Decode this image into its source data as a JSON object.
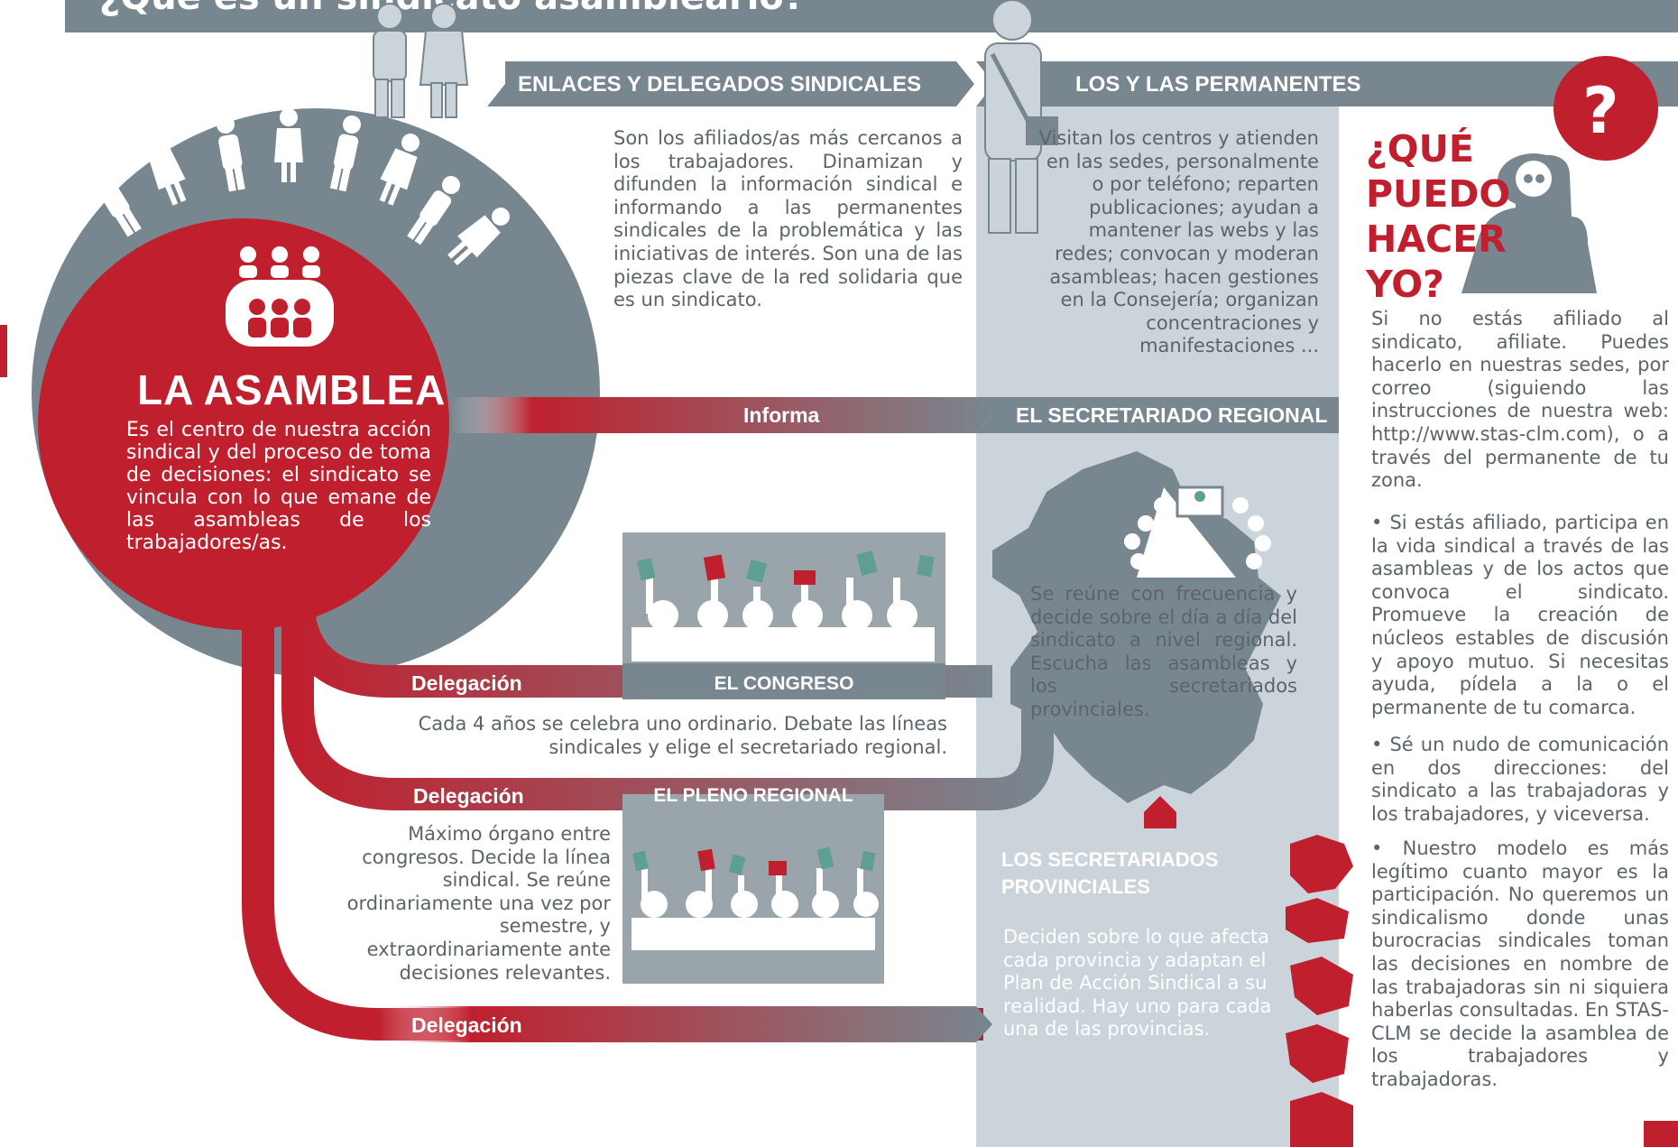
{
  "header": {
    "title": "¿Qué es un sindicato asambleario?"
  },
  "sections": {
    "enlaces": {
      "title": "ENLACES Y DELEGADOS SINDICALES",
      "text": "Son los afiliados/as más cercanos a los trabajadores. Dinamizan y difunden la información sindical e informando a las permanentes sindicales de la problemática y las iniciativas de interés. Son una de las piezas clave de la red solidaria que es un sindicato."
    },
    "permanentes": {
      "title": "LOS Y LAS PERMANENTES",
      "text": "Visitan los centros y atienden en las sedes, personalmente o por teléfono; reparten publicaciones; ayudan a mantener las webs y las redes; convocan y moderan asambleas; hacen gestiones en la Consejería; organizan concentraciones y manifestaciones ..."
    },
    "asamblea": {
      "title": "LA ASAMBLEA",
      "text": "Es el centro de nuestra acción sindical y del proceso de toma de decisiones: el sindicato se vincula con lo que emane de las asambleas de los trabajadores/as."
    },
    "secretariado_regional": {
      "title": "EL SECRETARIADO REGIONAL",
      "text": "Se reúne con frecuencia y decide sobre el día a día del sindicato a nivel regional. Escucha las asambleas y los secretariados provinciales."
    },
    "congreso": {
      "title": "EL CONGRESO",
      "text": "Cada 4 años se celebra uno ordinario. Debate las líneas sindicales y elige el secretariado regional."
    },
    "pleno": {
      "title": "EL PLENO REGIONAL",
      "text": "Máximo órgano entre congresos. Decide la línea sindical. Se reúne ordinariamente una vez por semestre, y extraordinariamente ante decisiones relevantes."
    },
    "provinciales": {
      "title": "LOS SECRETARIADOS PROVINCIALES",
      "text": "Deciden sobre lo que afecta cada provincia y adaptan el Plan de Acción Sindical a su realidad. Hay uno para cada una de las provincias."
    },
    "que_puedo": {
      "title": "¿QUÉ PUEDO HACER YO?",
      "mark": "?",
      "intro": "Si no estás afiliado al sindicato, afiliate. Puedes hacerlo en nuestras sedes, por correo (siguiendo las instrucciones de nuestra web: http://www.stas-clm.com), o a través del permanente de tu zona.",
      "bullets": [
        "• Si estás afiliado, participa en la vida sindical a través de las asambleas y de los actos que convoca el sindicato. Promueve la creación de núcleos estables de discusión y apoyo mutuo. Si necesitas ayuda, pídela a la o el permanente de tu comarca.",
        "• Sé un nudo de comunicación en dos direcciones: del sindicato a las trabajadoras y los trabajadores, y viceversa.",
        "• Nuestro modelo es más legítimo cuanto mayor es la participación. No queremos un sindicalismo donde unas burocracias sindicales toman las decisiones en nombre de las trabajadoras sin ni siquiera haberlas consultadas. En STAS-CLM se decide la asamblea de los trabajadores y trabajadoras."
      ]
    }
  },
  "arrows": {
    "informa": "Informa",
    "delegacion_1": "Delegación",
    "delegacion_2": "Delegación",
    "delegacion_3": "Delegación"
  },
  "colors": {
    "red": "#c0202e",
    "gray": "#78868f",
    "light_gray": "#cbd4db",
    "text": "#5b646b",
    "green_card": "#5e9e93"
  },
  "icons": [
    "people-icon",
    "assembly-icon",
    "map-icon",
    "province-map-icon",
    "question-icon",
    "thinking-robot-icon",
    "vote-card-icon"
  ]
}
